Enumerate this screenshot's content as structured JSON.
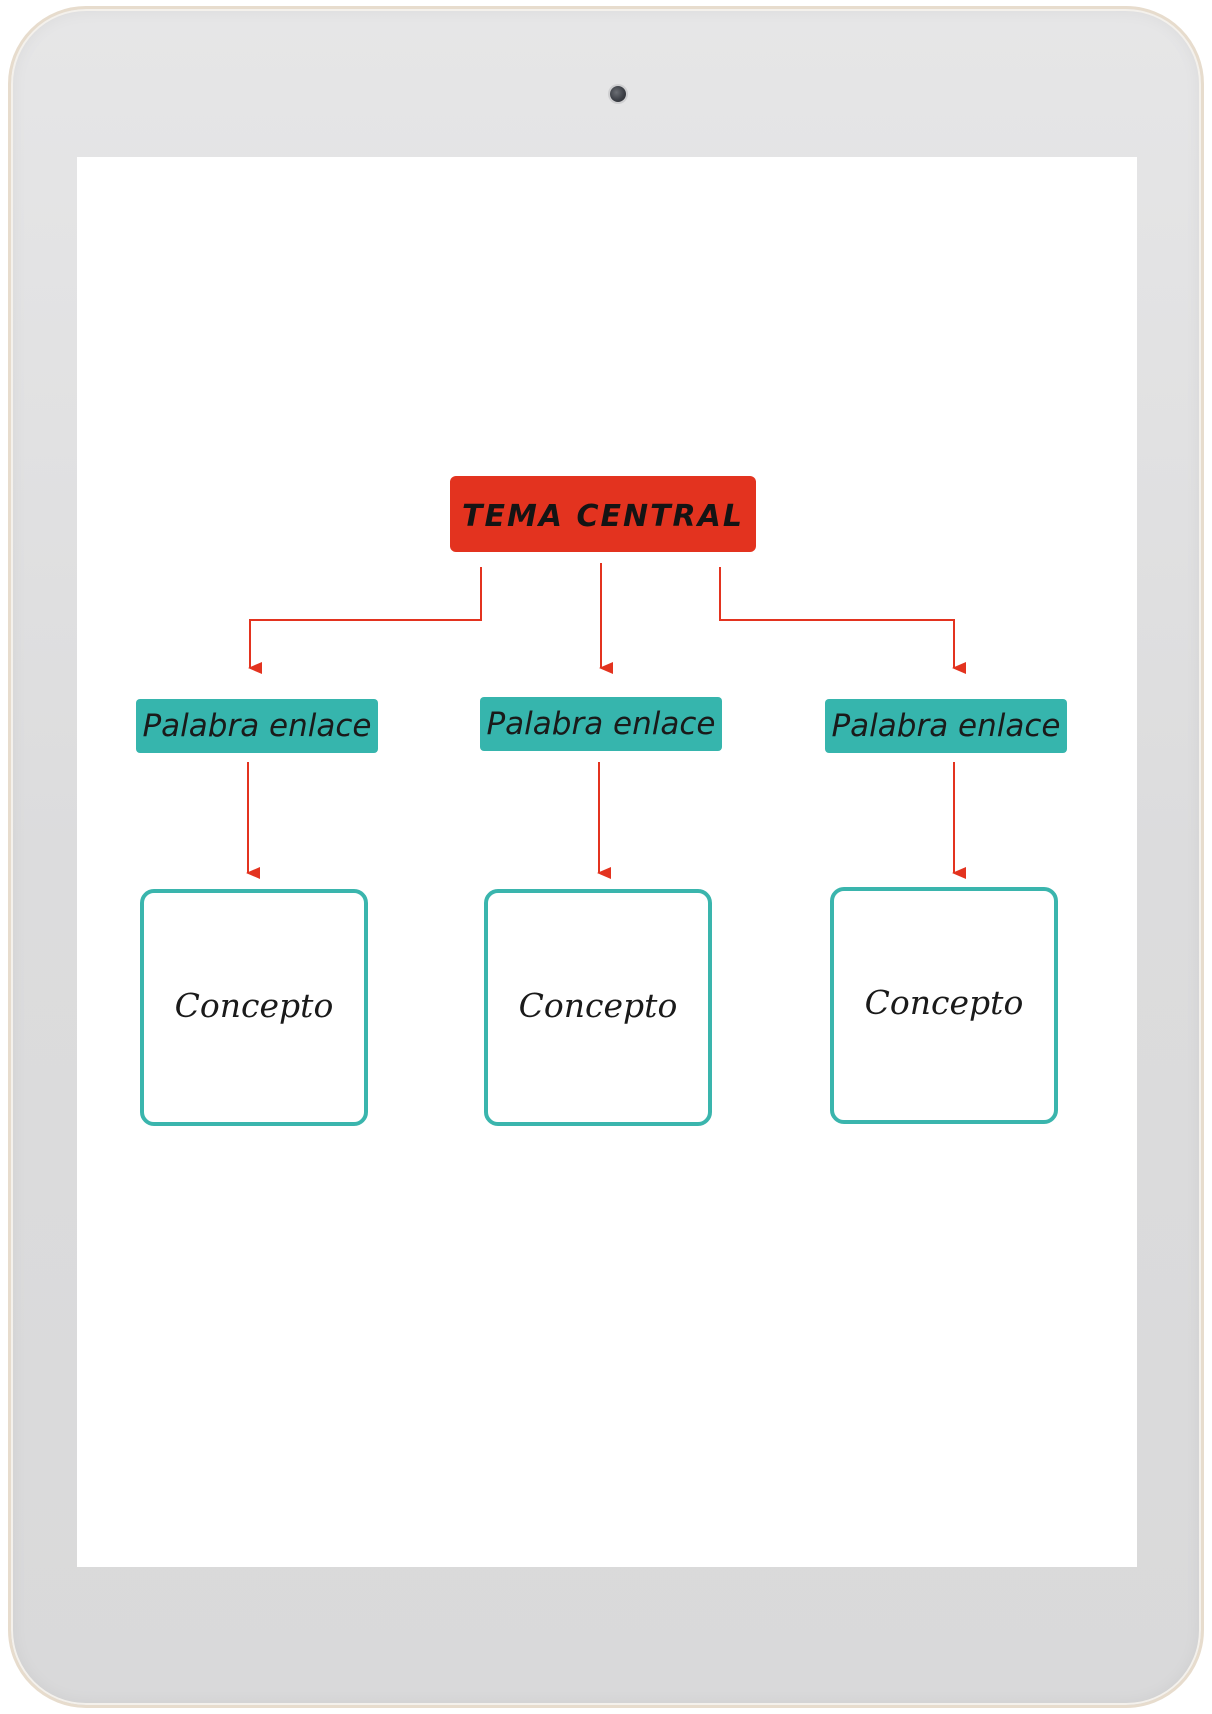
{
  "colors": {
    "central_fill": "#e3331f",
    "link_fill": "#36b5ad",
    "concept_border": "#3ab5ad",
    "arrow": "#e3331f",
    "device_frame": "#dedede",
    "screen": "#ffffff"
  },
  "diagram": {
    "central_topic": "TEMA CENTRAL",
    "branches": [
      {
        "link_word": "Palabra enlace",
        "concept": "Concepto"
      },
      {
        "link_word": "Palabra enlace",
        "concept": "Concepto"
      },
      {
        "link_word": "Palabra enlace",
        "concept": "Concepto"
      }
    ]
  }
}
